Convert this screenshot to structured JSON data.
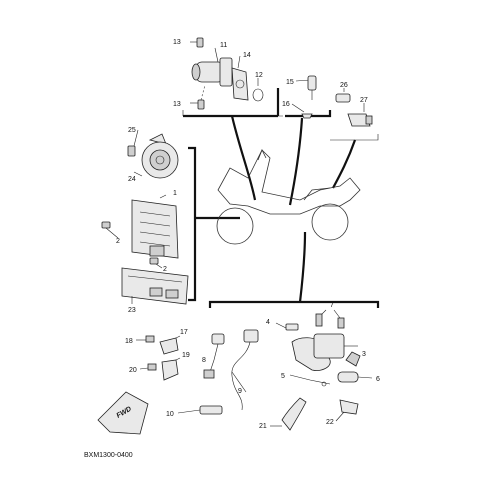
{
  "diagram": {
    "code_label": "BXM1300-0400",
    "fwd_label": "FWD",
    "callouts": [
      "1",
      "2",
      "3",
      "4",
      "5",
      "6",
      "7",
      "8",
      "9",
      "10",
      "11",
      "12",
      "13",
      "14",
      "15",
      "16",
      "17",
      "18",
      "19",
      "20",
      "21",
      "22",
      "23",
      "24",
      "25",
      "26",
      "27"
    ]
  },
  "colors": {
    "line": "#222222",
    "part_fill": "#e9e9e9",
    "lead_line": "#111111"
  }
}
